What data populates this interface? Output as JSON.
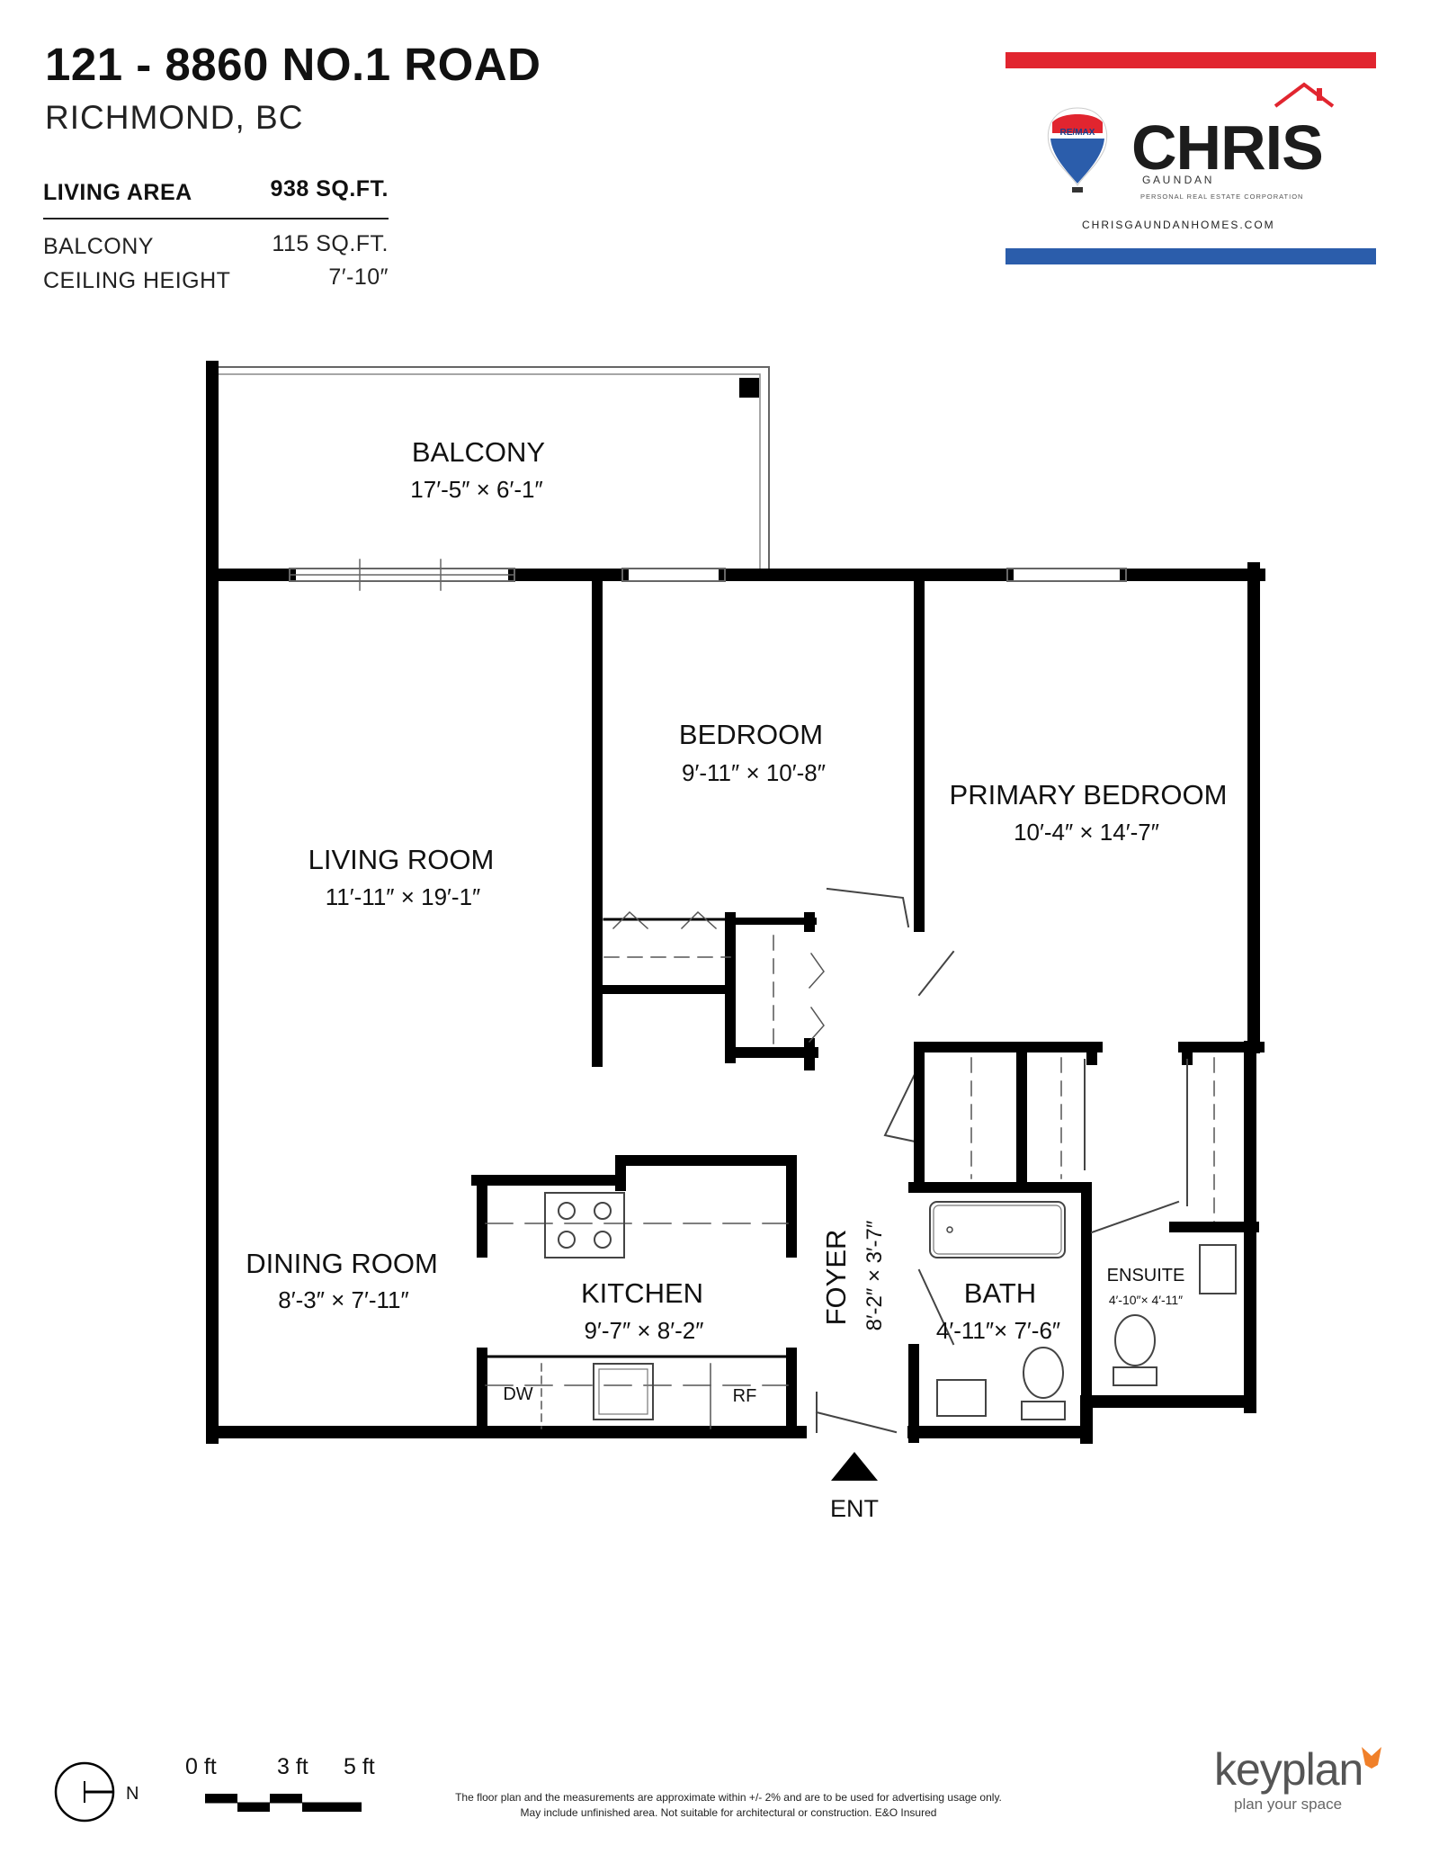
{
  "header": {
    "address_line1": "121 - 8860 NO.1 ROAD",
    "address_line2": "RICHMOND, BC"
  },
  "stats": [
    {
      "label": "LIVING AREA",
      "value": "938 SQ.FT."
    },
    {
      "label": "BALCONY",
      "value": "115 SQ.FT."
    },
    {
      "label": "CEILING HEIGHT",
      "value": "7′-10″"
    }
  ],
  "brand": {
    "remax_text": "RE/MAX",
    "name": "CHRIS",
    "surname": "G A U N D A N",
    "tagline": "PERSONAL REAL ESTATE CORPORATION",
    "website": "CHRISGAUNDANHOMES.COM",
    "red": "#e1252f",
    "blue": "#2b5dab"
  },
  "rooms": {
    "balcony": {
      "name": "BALCONY",
      "dims": "17′-5″  ×  6′-1″"
    },
    "bedroom": {
      "name": "BEDROOM",
      "dims": "9′-11″  ×  10′-8″"
    },
    "primary": {
      "name": "PRIMARY BEDROOM",
      "dims": "10′-4″  ×  14′-7″"
    },
    "living": {
      "name": "LIVING ROOM",
      "dims": "11′-11″  ×  19′-1″"
    },
    "dining": {
      "name": "DINING ROOM",
      "dims": "8′-3″  ×  7′-11″"
    },
    "kitchen": {
      "name": "KITCHEN",
      "dims": "9′-7″  ×  8′-2″"
    },
    "foyer": {
      "name": "FOYER",
      "dims": "8′-2″ × 3′-7″"
    },
    "bath": {
      "name": "BATH",
      "dims": "4′-11″× 7′-6″"
    },
    "ensuite": {
      "name": "ENSUITE",
      "dims": "4′-10″× 4′-11″"
    }
  },
  "fixtures": {
    "dw": "DW",
    "rf": "RF"
  },
  "entry": "ENT",
  "compass": "N",
  "scale": {
    "zero": "0 ft",
    "three": "3 ft",
    "five": "5 ft"
  },
  "disclaimer": {
    "line1": "The floor plan and the measurements are approximate within +/- 2% and are to be used for advertising usage only.",
    "line2": "May include unfinished area. Not suitable for architectural or construction. E&O Insured"
  },
  "keyplan": {
    "word": "keyplan",
    "tagline": "plan your space",
    "accent": "#f0802a"
  }
}
